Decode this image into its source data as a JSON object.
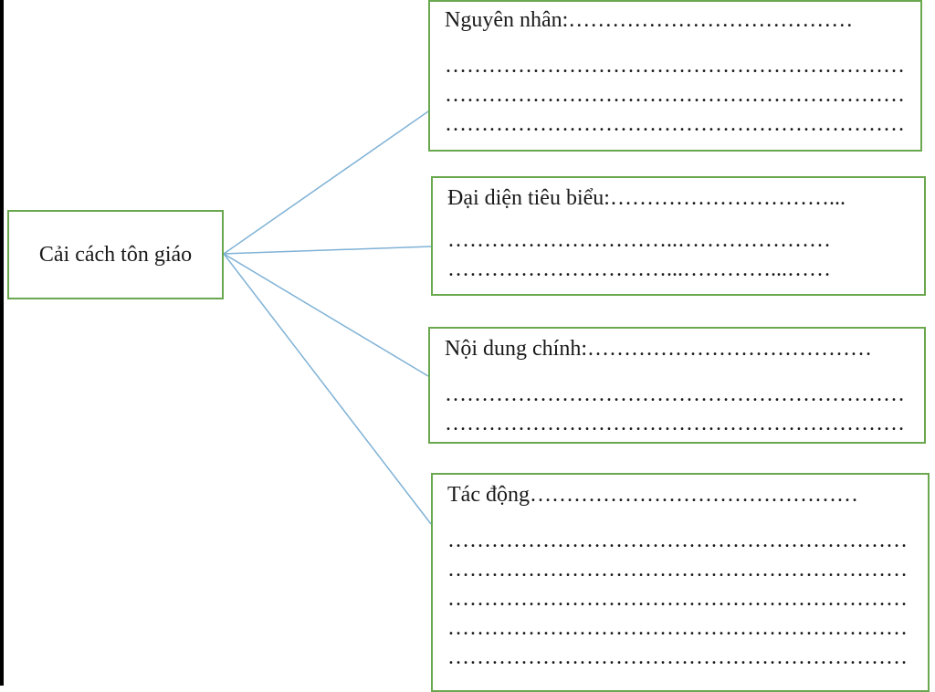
{
  "colors": {
    "box_border": "#6aa84f",
    "connector": "#7fb2d6",
    "text": "#1a1a1a"
  },
  "center": {
    "label": "Cải cách tôn giáo"
  },
  "boxes": [
    {
      "title": "Nguyên nhân:…………………………………",
      "lines": [
        "………………………………………………………",
        "………………………………………………………",
        "………………………………………………………"
      ]
    },
    {
      "title": "Đại diện tiêu biểu:…………………………...",
      "lines": [
        "…………………………..…………………",
        "…………………………...…………...……"
      ]
    },
    {
      "title": "Nội dung chính:…………………………………",
      "lines": [
        "………………………………………………………",
        "………………………………………………………"
      ]
    },
    {
      "title": "Tác động………………………………………",
      "lines": [
        "………………………………………………………",
        "………………………………………………………",
        "………………………………………………………",
        "………………………………………………………",
        "………………………………………………………"
      ]
    }
  ]
}
